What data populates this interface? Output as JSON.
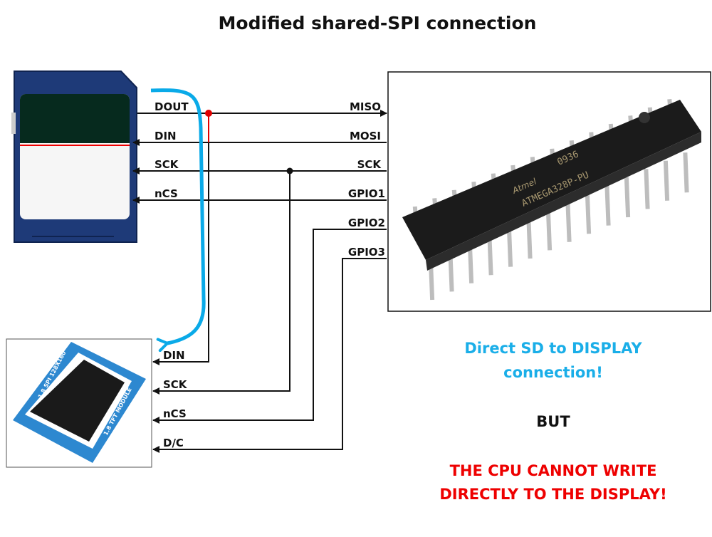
{
  "title": "Modified shared-SPI connection",
  "sd_card": {
    "pins": [
      "DOUT",
      "DIN",
      "SCK",
      "nCS"
    ]
  },
  "mcu": {
    "pins": [
      "MISO",
      "MOSI",
      "SCK",
      "GPIO1",
      "GPIO2",
      "GPIO3"
    ],
    "logo": "Atmel",
    "marking_top": "0936",
    "marking_part": "ATMEGA328P-PU"
  },
  "display": {
    "pins": [
      "DIN",
      "SCK",
      "nCS",
      "D/C"
    ],
    "silkscreen_left": "1.8 SPI 128X160",
    "silkscreen_right": "1.8 TFT MODULE"
  },
  "notes": {
    "direct_line1": "Direct SD to DISPLAY",
    "direct_line2": "connection!",
    "but": "BUT",
    "warning_line1": "THE CPU CANNOT WRITE",
    "warning_line2": "DIRECTLY TO THE DISPLAY!"
  },
  "colors": {
    "blue_arrow": "#0aaae8",
    "red_junction": "#e00000",
    "warning": "#ee0000",
    "sd_body": "#1e3a78"
  }
}
